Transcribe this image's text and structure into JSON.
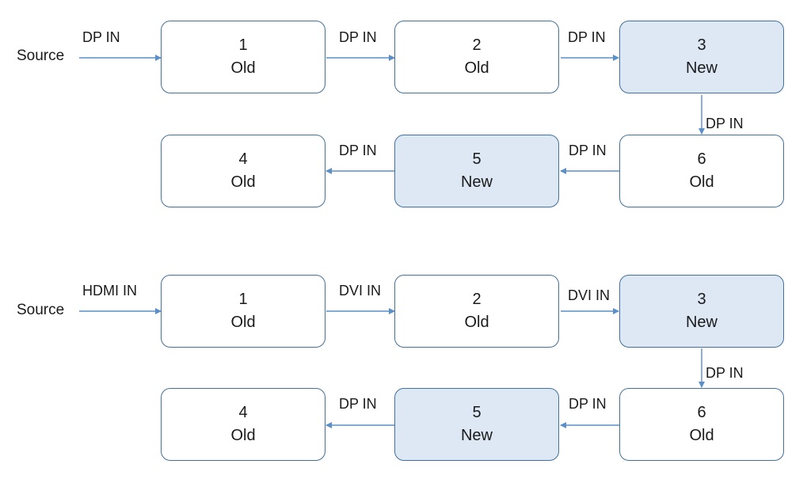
{
  "colors": {
    "new_fill": "#dde8f4",
    "old_fill": "#ffffff",
    "box_border": "#41719c",
    "arrow": "#5b8fc9"
  },
  "chains": [
    {
      "source_label": "Source",
      "boxes": [
        {
          "number": "1",
          "status": "Old"
        },
        {
          "number": "2",
          "status": "Old"
        },
        {
          "number": "3",
          "status": "New"
        },
        {
          "number": "4",
          "status": "Old"
        },
        {
          "number": "5",
          "status": "New"
        },
        {
          "number": "6",
          "status": "Old"
        }
      ],
      "links": {
        "source_to_1": "DP IN",
        "1_to_2": "DP IN",
        "2_to_3": "DP IN",
        "3_to_6": "DP IN",
        "6_to_5": "DP IN",
        "5_to_4": "DP IN"
      }
    },
    {
      "source_label": "Source",
      "boxes": [
        {
          "number": "1",
          "status": "Old"
        },
        {
          "number": "2",
          "status": "Old"
        },
        {
          "number": "3",
          "status": "New"
        },
        {
          "number": "4",
          "status": "Old"
        },
        {
          "number": "5",
          "status": "New"
        },
        {
          "number": "6",
          "status": "Old"
        }
      ],
      "links": {
        "source_to_1": "HDMI IN",
        "1_to_2": "DVI IN",
        "2_to_3": "DVI IN",
        "3_to_6": "DP IN",
        "6_to_5": "DP IN",
        "5_to_4": "DP IN"
      }
    }
  ]
}
